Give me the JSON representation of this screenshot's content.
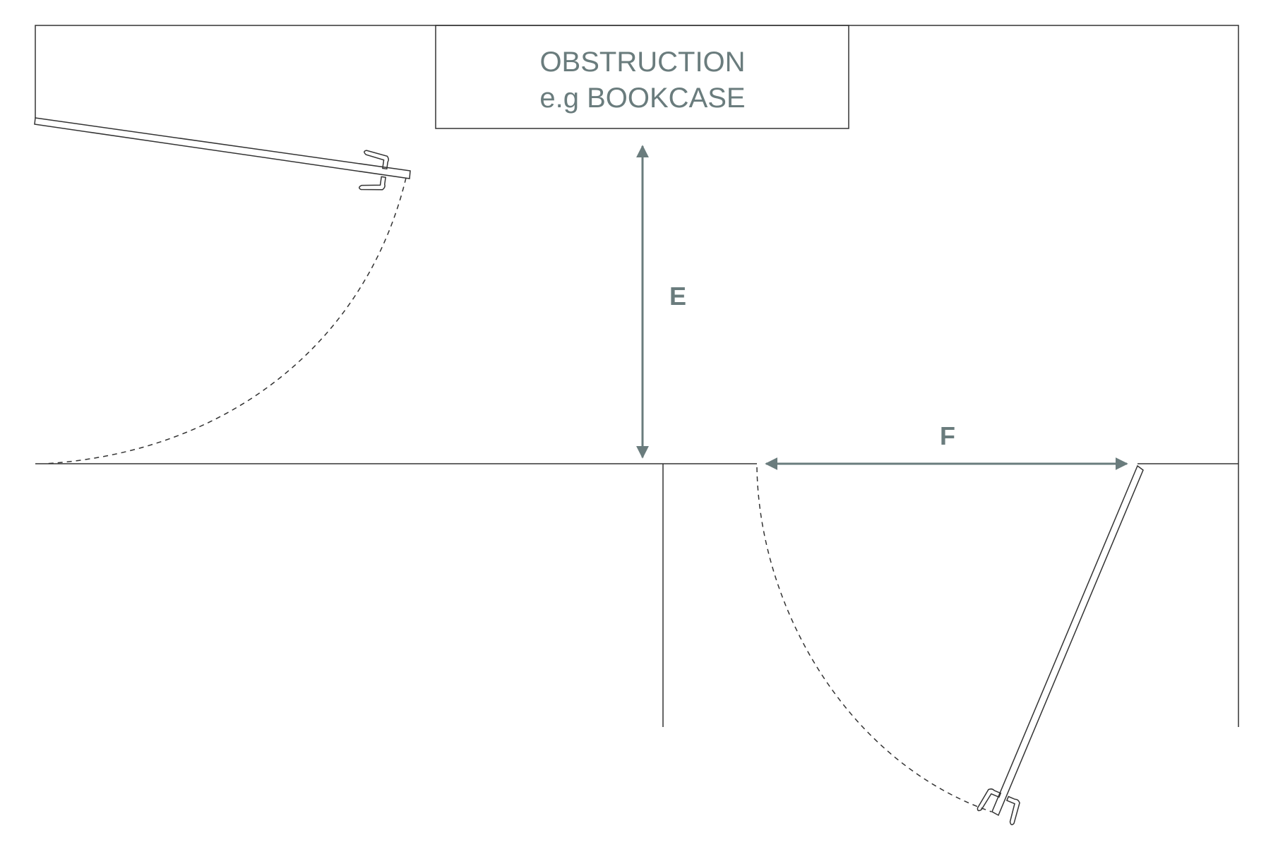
{
  "obstruction": {
    "line1": "OBSTRUCTION",
    "line2": "e.g BOOKCASE"
  },
  "dimensions": {
    "vertical_label": "E",
    "horizontal_label": "F"
  },
  "colors": {
    "accent": "#6a7c7d",
    "line": "#333333"
  }
}
